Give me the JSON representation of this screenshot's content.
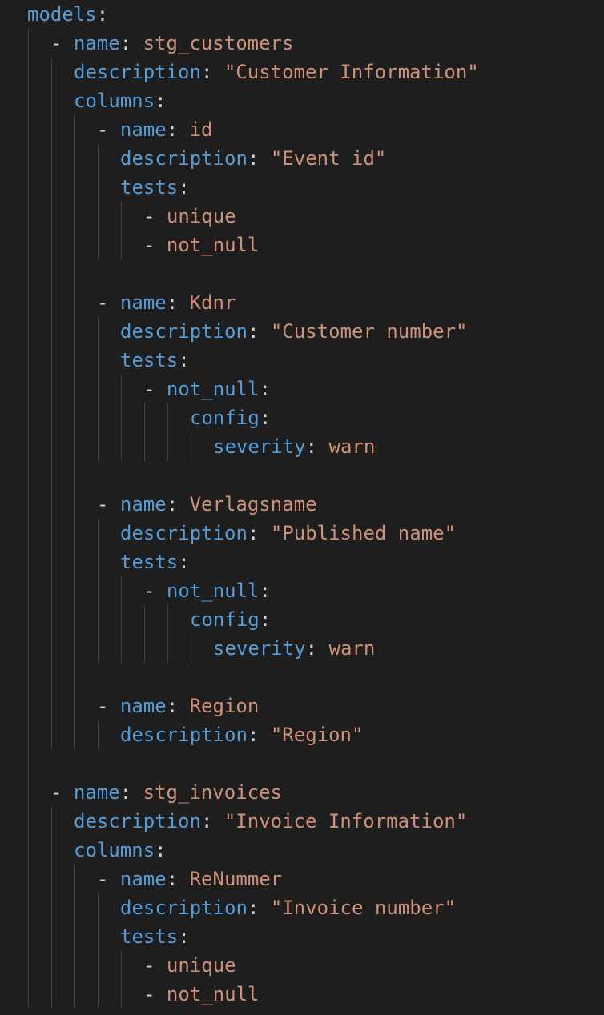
{
  "editor": {
    "language": "yaml",
    "colors": {
      "background": "#1e1e1e",
      "key": "#569cd6",
      "value": "#ce9178",
      "punctuation": "#d4d4d4",
      "indent_guide": "#404040"
    },
    "lines": [
      {
        "indent": 0,
        "dash": false,
        "key": "models",
        "colon": true,
        "value": ""
      },
      {
        "indent": 1,
        "dash": true,
        "key": "name",
        "colon": true,
        "value": "stg_customers"
      },
      {
        "indent": 2,
        "dash": false,
        "key": "description",
        "colon": true,
        "value": "\"Customer Information\""
      },
      {
        "indent": 2,
        "dash": false,
        "key": "columns",
        "colon": true,
        "value": ""
      },
      {
        "indent": 3,
        "dash": true,
        "key": "name",
        "colon": true,
        "value": "id"
      },
      {
        "indent": 4,
        "dash": false,
        "key": "description",
        "colon": true,
        "value": "\"Event id\""
      },
      {
        "indent": 4,
        "dash": false,
        "key": "tests",
        "colon": true,
        "value": ""
      },
      {
        "indent": 5,
        "dash": true,
        "key": "",
        "colon": false,
        "value": "unique"
      },
      {
        "indent": 5,
        "dash": true,
        "key": "",
        "colon": false,
        "value": "not_null"
      },
      {
        "blank": true
      },
      {
        "indent": 3,
        "dash": true,
        "key": "name",
        "colon": true,
        "value": "Kdnr"
      },
      {
        "indent": 4,
        "dash": false,
        "key": "description",
        "colon": true,
        "value": "\"Customer number\""
      },
      {
        "indent": 4,
        "dash": false,
        "key": "tests",
        "colon": true,
        "value": ""
      },
      {
        "indent": 5,
        "dash": true,
        "key": "not_null",
        "colon": true,
        "value": ""
      },
      {
        "indent": 7,
        "dash": false,
        "key": "config",
        "colon": true,
        "value": ""
      },
      {
        "indent": 8,
        "dash": false,
        "key": "severity",
        "colon": true,
        "value": "warn"
      },
      {
        "blank": true
      },
      {
        "indent": 3,
        "dash": true,
        "key": "name",
        "colon": true,
        "value": "Verlagsname"
      },
      {
        "indent": 4,
        "dash": false,
        "key": "description",
        "colon": true,
        "value": "\"Published name\""
      },
      {
        "indent": 4,
        "dash": false,
        "key": "tests",
        "colon": true,
        "value": ""
      },
      {
        "indent": 5,
        "dash": true,
        "key": "not_null",
        "colon": true,
        "value": ""
      },
      {
        "indent": 7,
        "dash": false,
        "key": "config",
        "colon": true,
        "value": ""
      },
      {
        "indent": 8,
        "dash": false,
        "key": "severity",
        "colon": true,
        "value": "warn"
      },
      {
        "blank": true
      },
      {
        "indent": 3,
        "dash": true,
        "key": "name",
        "colon": true,
        "value": "Region"
      },
      {
        "indent": 4,
        "dash": false,
        "key": "description",
        "colon": true,
        "value": "\"Region\""
      },
      {
        "blank": true
      },
      {
        "indent": 1,
        "dash": true,
        "key": "name",
        "colon": true,
        "value": "stg_invoices"
      },
      {
        "indent": 2,
        "dash": false,
        "key": "description",
        "colon": true,
        "value": "\"Invoice Information\""
      },
      {
        "indent": 2,
        "dash": false,
        "key": "columns",
        "colon": true,
        "value": ""
      },
      {
        "indent": 3,
        "dash": true,
        "key": "name",
        "colon": true,
        "value": "ReNummer"
      },
      {
        "indent": 4,
        "dash": false,
        "key": "description",
        "colon": true,
        "value": "\"Invoice number\""
      },
      {
        "indent": 4,
        "dash": false,
        "key": "tests",
        "colon": true,
        "value": ""
      },
      {
        "indent": 5,
        "dash": true,
        "key": "",
        "colon": false,
        "value": "unique"
      },
      {
        "indent": 5,
        "dash": true,
        "key": "",
        "colon": false,
        "value": "not_null"
      }
    ]
  }
}
